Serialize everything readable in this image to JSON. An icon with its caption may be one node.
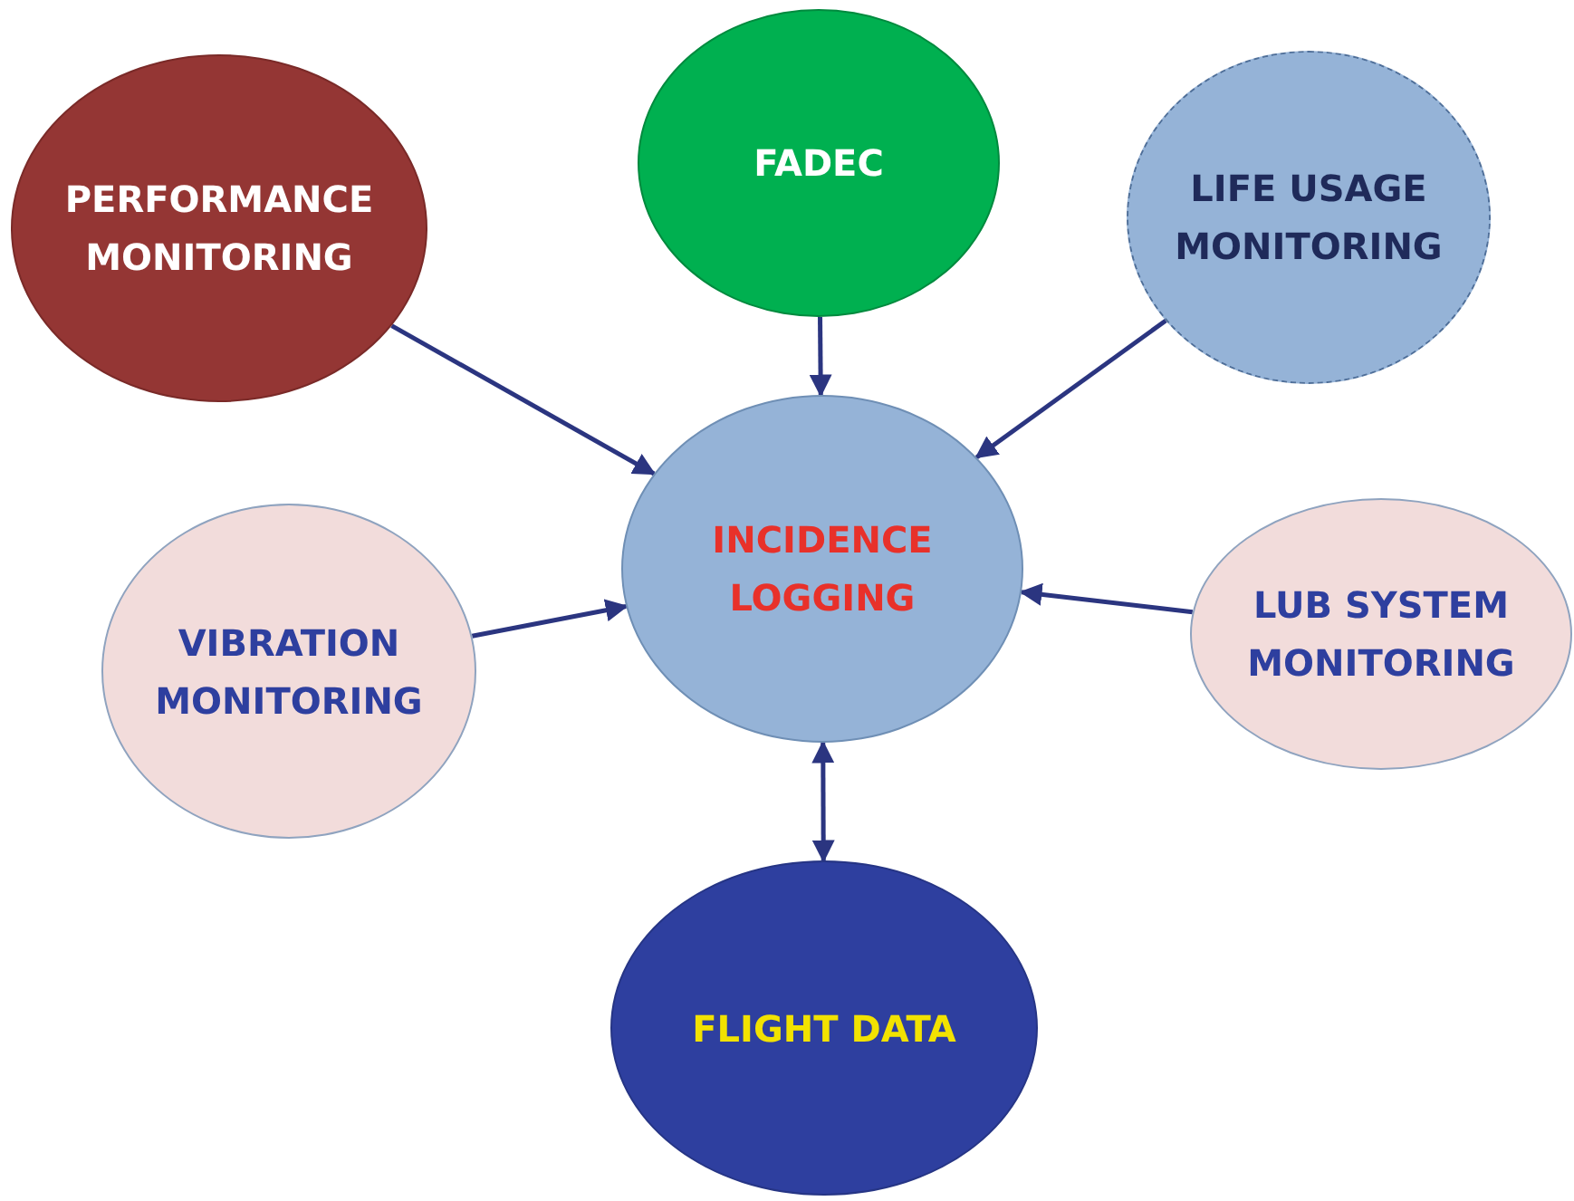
{
  "diagram": {
    "nodes": [
      {
        "text": [
          "PERFORMANCE MONITORING"
        ]
      },
      {
        "text": [
          "FADEC"
        ]
      },
      {
        "text": [
          "LIFE USAGE MONITORING"
        ]
      },
      {
        "text": [
          "INCIDENCE LOGGING"
        ]
      },
      {
        "text": [
          "VIBRATION MONITORING"
        ]
      },
      {
        "text": [
          "LUB SYSTEM MONITORING"
        ]
      },
      {
        "text": [
          "FLIGHT DATA"
        ]
      }
    ],
    "edges": [
      {
        "from": 0,
        "to": 3,
        "arrow": "to"
      },
      {
        "from": 1,
        "to": 3,
        "arrow": "to"
      },
      {
        "from": 2,
        "to": 3,
        "arrow": "to"
      },
      {
        "from": 4,
        "to": 3,
        "arrow": "to"
      },
      {
        "from": 5,
        "to": 3,
        "arrow": "to"
      },
      {
        "from": 3,
        "to": 6,
        "arrow": "both"
      }
    ]
  }
}
